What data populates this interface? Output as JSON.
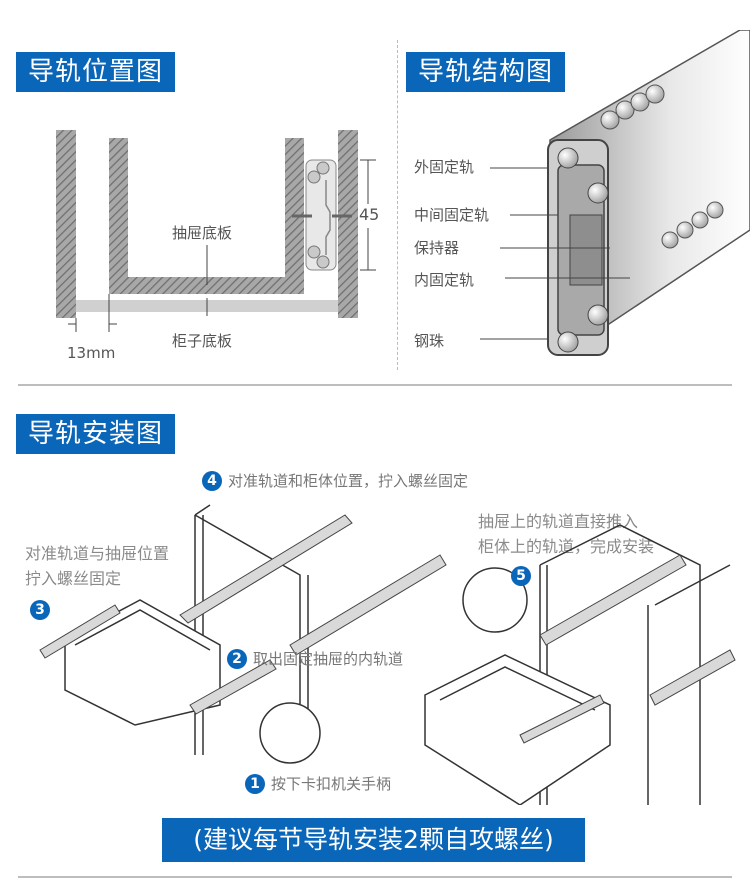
{
  "sections": {
    "position": {
      "title": "导轨位置图",
      "labels": {
        "drawer_bottom": "抽屉底板",
        "cabinet_bottom": "柜子底板",
        "gap": "13mm",
        "height": "45"
      }
    },
    "structure": {
      "title": "导轨结构图",
      "labels": [
        "外固定轨",
        "中间固定轨",
        "保持器",
        "内固定轨",
        "钢珠"
      ]
    },
    "installation": {
      "title": "导轨安装图",
      "steps": [
        {
          "num": "1",
          "text": "按下卡扣机关手柄"
        },
        {
          "num": "2",
          "text": "取出固定抽屉的内轨道"
        },
        {
          "num": "3",
          "text": ""
        },
        {
          "num": "4",
          "text": "对准轨道和柜体位置，拧入螺丝固定"
        },
        {
          "num": "5",
          "text": ""
        }
      ],
      "note_left": [
        "对准轨道与抽屉位置",
        "拧入螺丝固定"
      ],
      "note_right": [
        "抽屉上的轨道直接推入",
        "柜体上的轨道，完成安装"
      ]
    }
  },
  "footer_banner": "(建议每节导轨安装2颗自攻螺丝)",
  "colors": {
    "accent_blue": "#0a66b8",
    "hatch_gray": "#8c8c8c",
    "text_gray": "#555555"
  }
}
